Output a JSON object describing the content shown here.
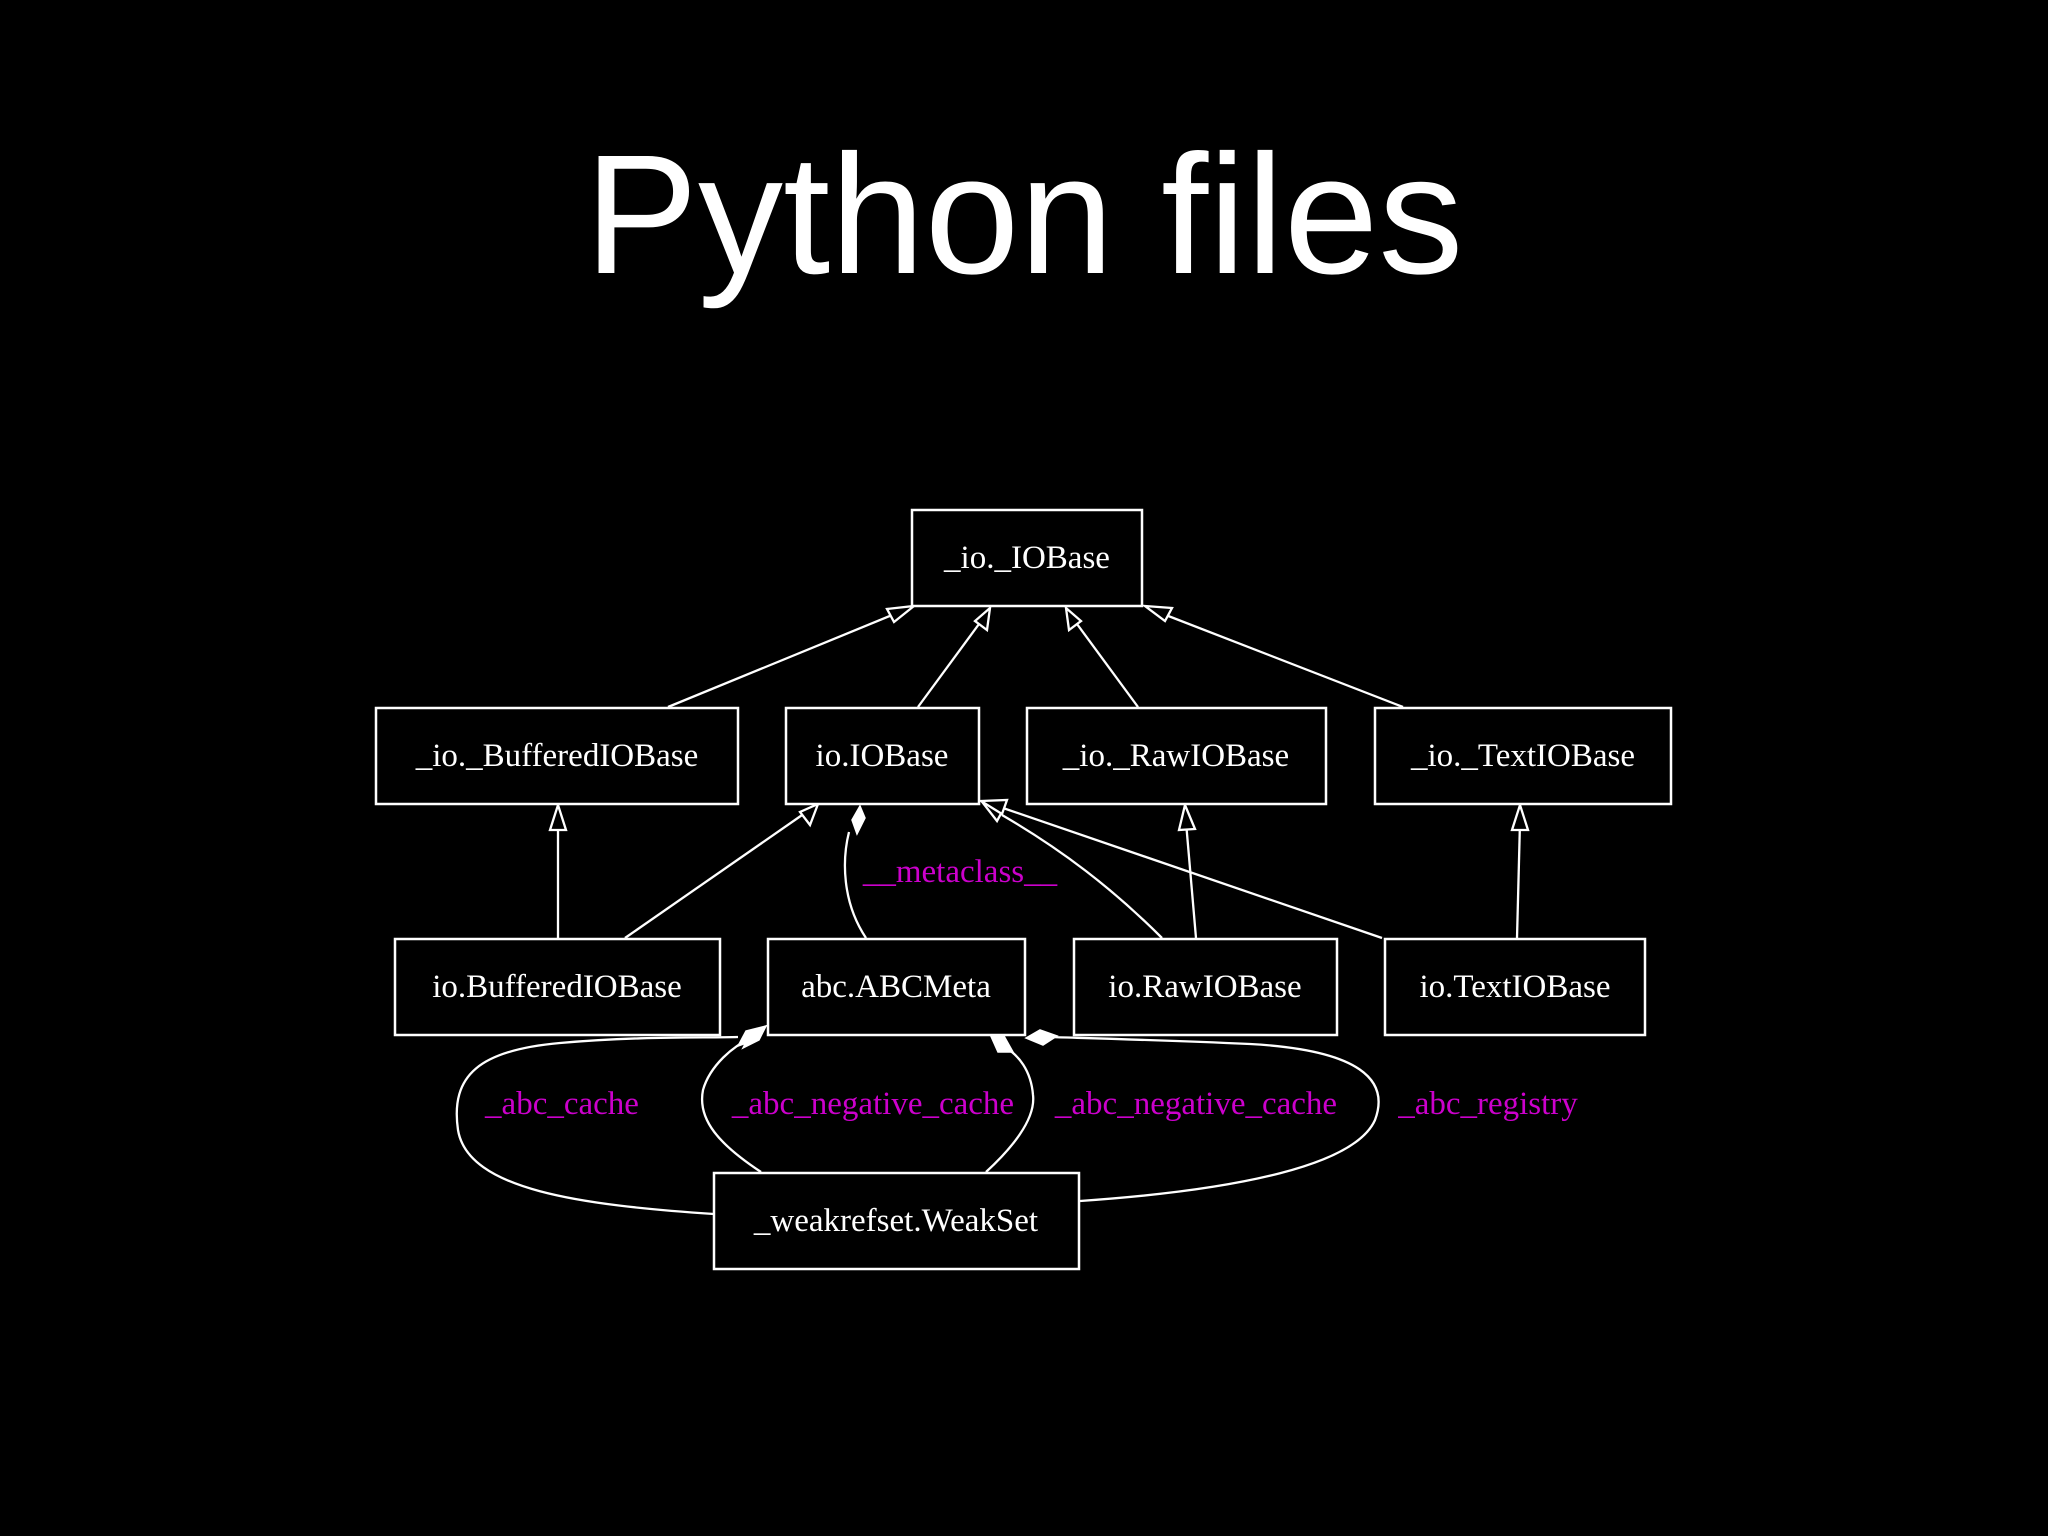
{
  "slide": {
    "title": "Python files"
  },
  "diagram": {
    "nodes": {
      "io_iobase_private": "_io._IOBase",
      "io_bufferediobase_private": "_io._BufferedIOBase",
      "io_iobase": "io.IOBase",
      "io_rawiobase_private": "_io._RawIOBase",
      "io_textiobase_private": "_io._TextIOBase",
      "io_bufferediobase": "io.BufferedIOBase",
      "abc_abcmeta": "abc.ABCMeta",
      "io_rawiobase": "io.RawIOBase",
      "io_textiobase": "io.TextIOBase",
      "weakrefset_weakset": "_weakrefset.WeakSet"
    },
    "edge_labels": {
      "metaclass": "__metaclass__",
      "abc_cache": "_abc_cache",
      "abc_negative_cache_1": "_abc_negative_cache",
      "abc_negative_cache_2": "_abc_negative_cache",
      "abc_registry": "_abc_registry"
    },
    "colors": {
      "background": "#000000",
      "node_stroke": "#ffffff",
      "text": "#ffffff",
      "edge_label": "#cc00cc"
    },
    "edges": [
      {
        "from": "_io._BufferedIOBase",
        "to": "_io._IOBase",
        "kind": "inheritance"
      },
      {
        "from": "io.IOBase",
        "to": "_io._IOBase",
        "kind": "inheritance"
      },
      {
        "from": "_io._RawIOBase",
        "to": "_io._IOBase",
        "kind": "inheritance"
      },
      {
        "from": "_io._TextIOBase",
        "to": "_io._IOBase",
        "kind": "inheritance"
      },
      {
        "from": "io.BufferedIOBase",
        "to": "_io._BufferedIOBase",
        "kind": "inheritance"
      },
      {
        "from": "io.BufferedIOBase",
        "to": "io.IOBase",
        "kind": "inheritance"
      },
      {
        "from": "io.RawIOBase",
        "to": "io.IOBase",
        "kind": "inheritance"
      },
      {
        "from": "io.RawIOBase",
        "to": "_io._RawIOBase",
        "kind": "inheritance"
      },
      {
        "from": "io.TextIOBase",
        "to": "io.IOBase",
        "kind": "inheritance"
      },
      {
        "from": "io.TextIOBase",
        "to": "_io._TextIOBase",
        "kind": "inheritance"
      },
      {
        "from": "abc.ABCMeta",
        "to": "io.IOBase",
        "kind": "composition",
        "label": "__metaclass__"
      },
      {
        "from": "_weakrefset.WeakSet",
        "to": "abc.ABCMeta",
        "kind": "composition",
        "label": "_abc_cache"
      },
      {
        "from": "_weakrefset.WeakSet",
        "to": "abc.ABCMeta",
        "kind": "composition",
        "label": "_abc_negative_cache"
      },
      {
        "from": "_weakrefset.WeakSet",
        "to": "abc.ABCMeta",
        "kind": "composition",
        "label": "_abc_negative_cache"
      },
      {
        "from": "_weakrefset.WeakSet",
        "to": "abc.ABCMeta",
        "kind": "composition",
        "label": "_abc_registry"
      }
    ]
  }
}
